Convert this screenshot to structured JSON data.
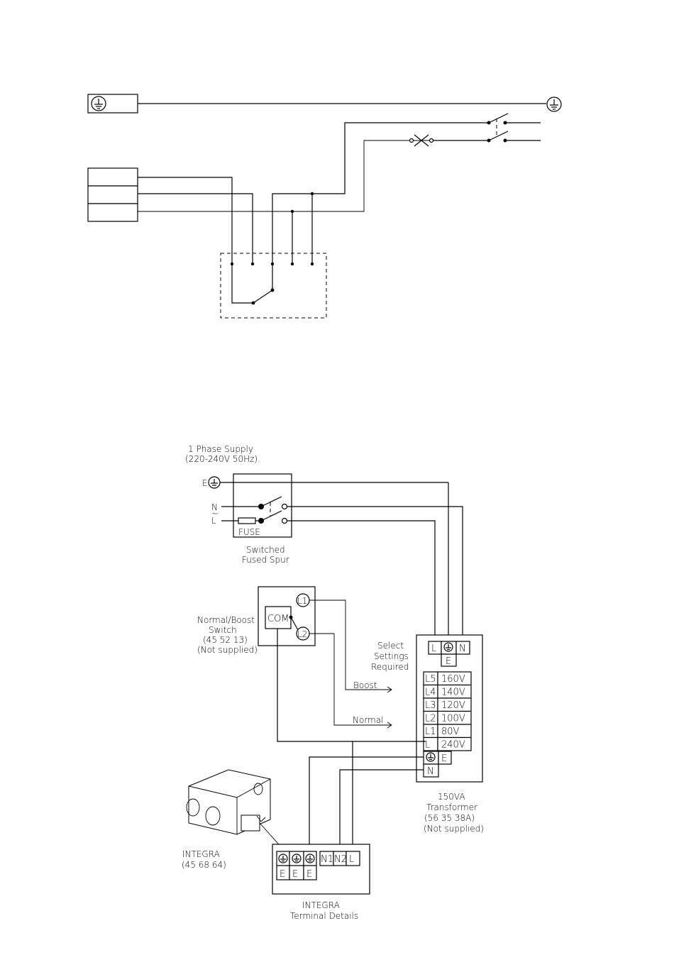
{
  "supply": {
    "line1": "1 Phase Supply",
    "line2": "(220-240V 50Hz)."
  },
  "spur": {
    "e_label": "E",
    "n_label": "N",
    "tilde": "~",
    "l_label": "L",
    "fuse_label": "FUSE",
    "caption1": "Switched",
    "caption2": "Fused Spur"
  },
  "boost_switch": {
    "com_label": "COM",
    "l1_label": "L1",
    "l2_label": "L2",
    "caption": [
      "Normal/Boost",
      "Switch",
      "(45 52 13)",
      "(Not supplied)"
    ]
  },
  "transformer": {
    "select": [
      "Select",
      "Settings",
      "Required"
    ],
    "top_terminals": [
      "L",
      "E",
      "N"
    ],
    "taps": [
      {
        "tap": "L5",
        "volt": "160V"
      },
      {
        "tap": "L4",
        "volt": "140V"
      },
      {
        "tap": "L3",
        "volt": "120V"
      },
      {
        "tap": "L2",
        "volt": "100V"
      },
      {
        "tap": "L1",
        "volt": "80V"
      },
      {
        "tap": "L",
        "volt": "240V"
      }
    ],
    "bottom_e": "E",
    "bottom_n": "N",
    "boost_label": "Boost",
    "normal_label": "Normal",
    "caption": [
      "150VA",
      "Transformer",
      "(56 35 38A)",
      "(Not supplied)"
    ]
  },
  "integra": {
    "name": "INTEGRA",
    "code": "(45 68 64)",
    "terminals": [
      "E",
      "E",
      "E",
      "N1",
      "N2",
      "L"
    ],
    "caption1": "INTEGRA",
    "caption2": "Terminal Details"
  }
}
